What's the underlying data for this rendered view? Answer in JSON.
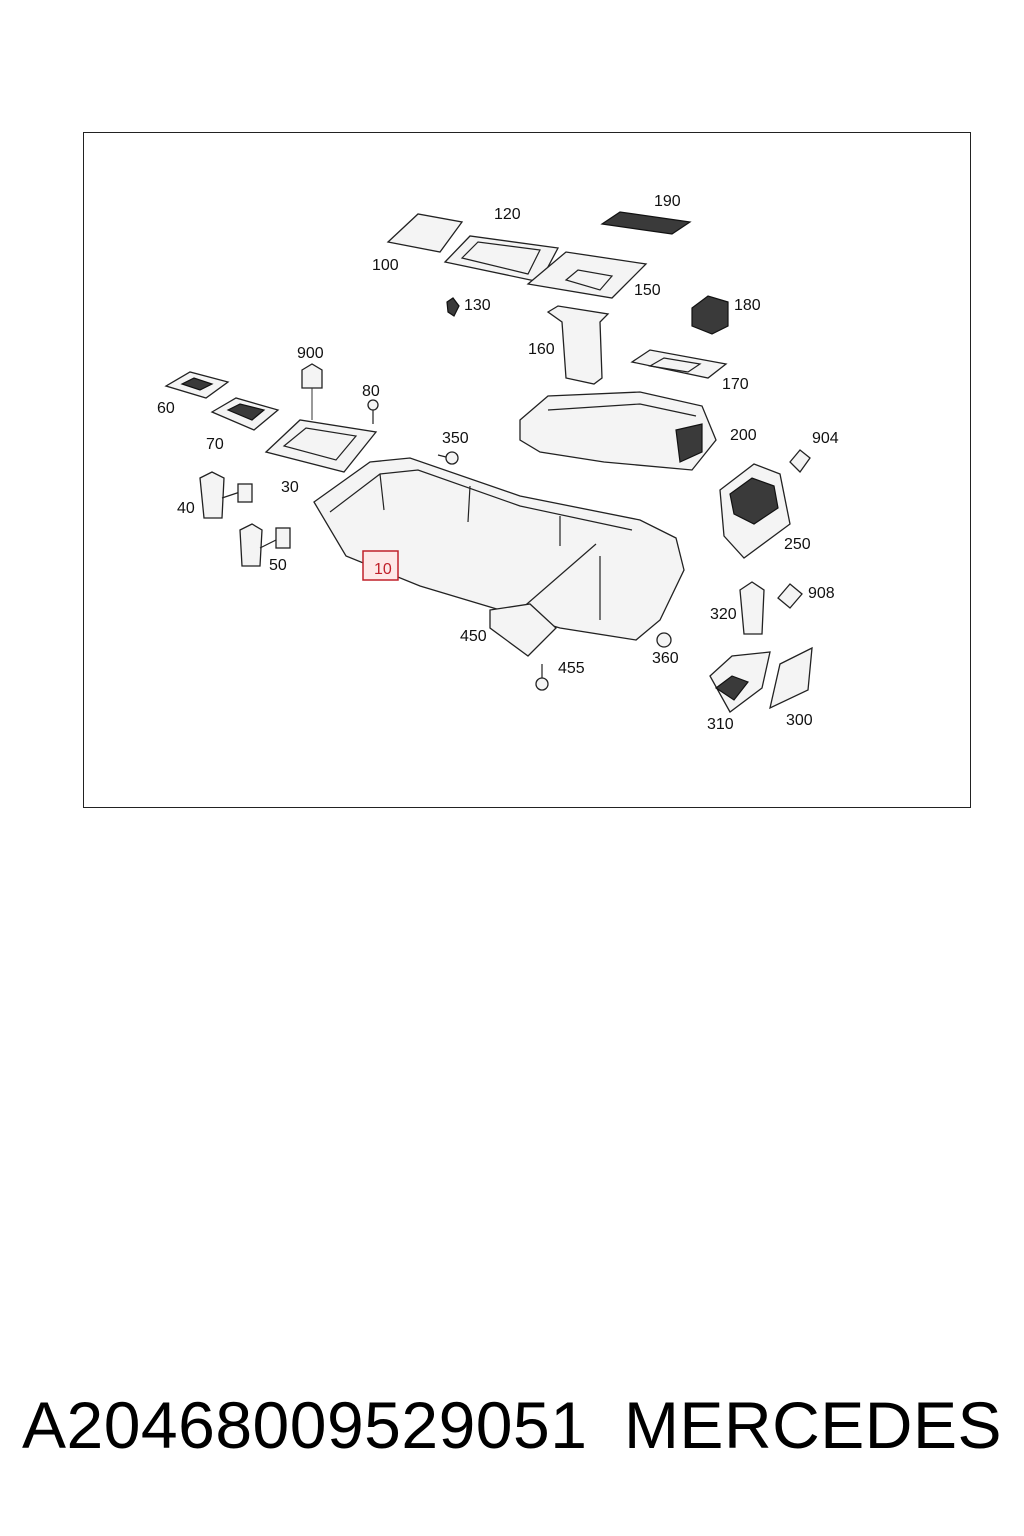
{
  "diagram": {
    "labels": {
      "p100": "100",
      "p120": "120",
      "p190": "190",
      "p130": "130",
      "p150": "150",
      "p180": "180",
      "p160": "160",
      "p170": "170",
      "p900": "900",
      "p80": "80",
      "p60": "60",
      "p70": "70",
      "p350": "350",
      "p200": "200",
      "p904": "904",
      "p30": "30",
      "p40": "40",
      "p50": "50",
      "p10": "10",
      "p250": "250",
      "p908": "908",
      "p320": "320",
      "p450": "450",
      "p360": "360",
      "p455": "455",
      "p310": "310",
      "p300": "300"
    },
    "highlight_color": "#c0202a"
  },
  "caption": {
    "part_number": "A2046800952905​1",
    "brand": "MERCEDES"
  }
}
